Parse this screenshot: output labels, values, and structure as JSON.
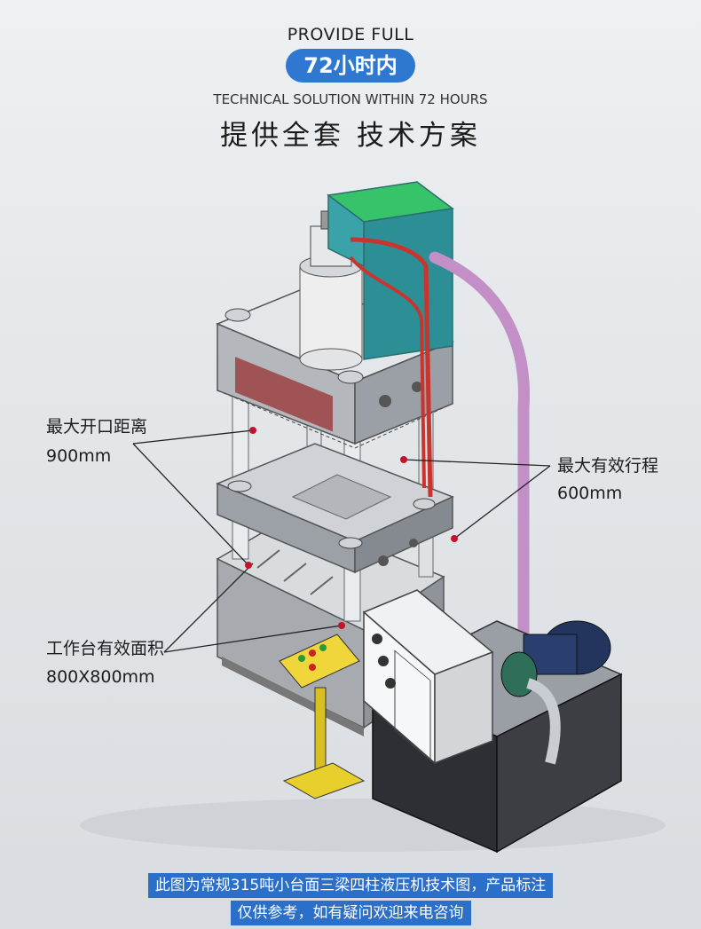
{
  "header": {
    "line1": "PROVIDE FULL",
    "badge": "72小时内",
    "line2": "TECHNICAL SOLUTION WITHIN 72 HOURS",
    "title": "提供全套 技术方案"
  },
  "annotations": {
    "opening": {
      "label": "最大开口距离",
      "value": "900mm"
    },
    "stroke": {
      "label": "最大有效行程",
      "value": "600mm"
    },
    "table": {
      "label": "工作台有效面积",
      "value": "800X800mm"
    }
  },
  "footer": {
    "line1": "此图为常规315吨小台面三梁四柱液压机技术图，产品标注",
    "line2": "仅供参考，如有疑问欢迎来电咨询"
  },
  "colors": {
    "accent": "#2e78d2",
    "marker": "#c0152a",
    "tank": "#2fb45c",
    "pipe": "#c28fc6"
  }
}
